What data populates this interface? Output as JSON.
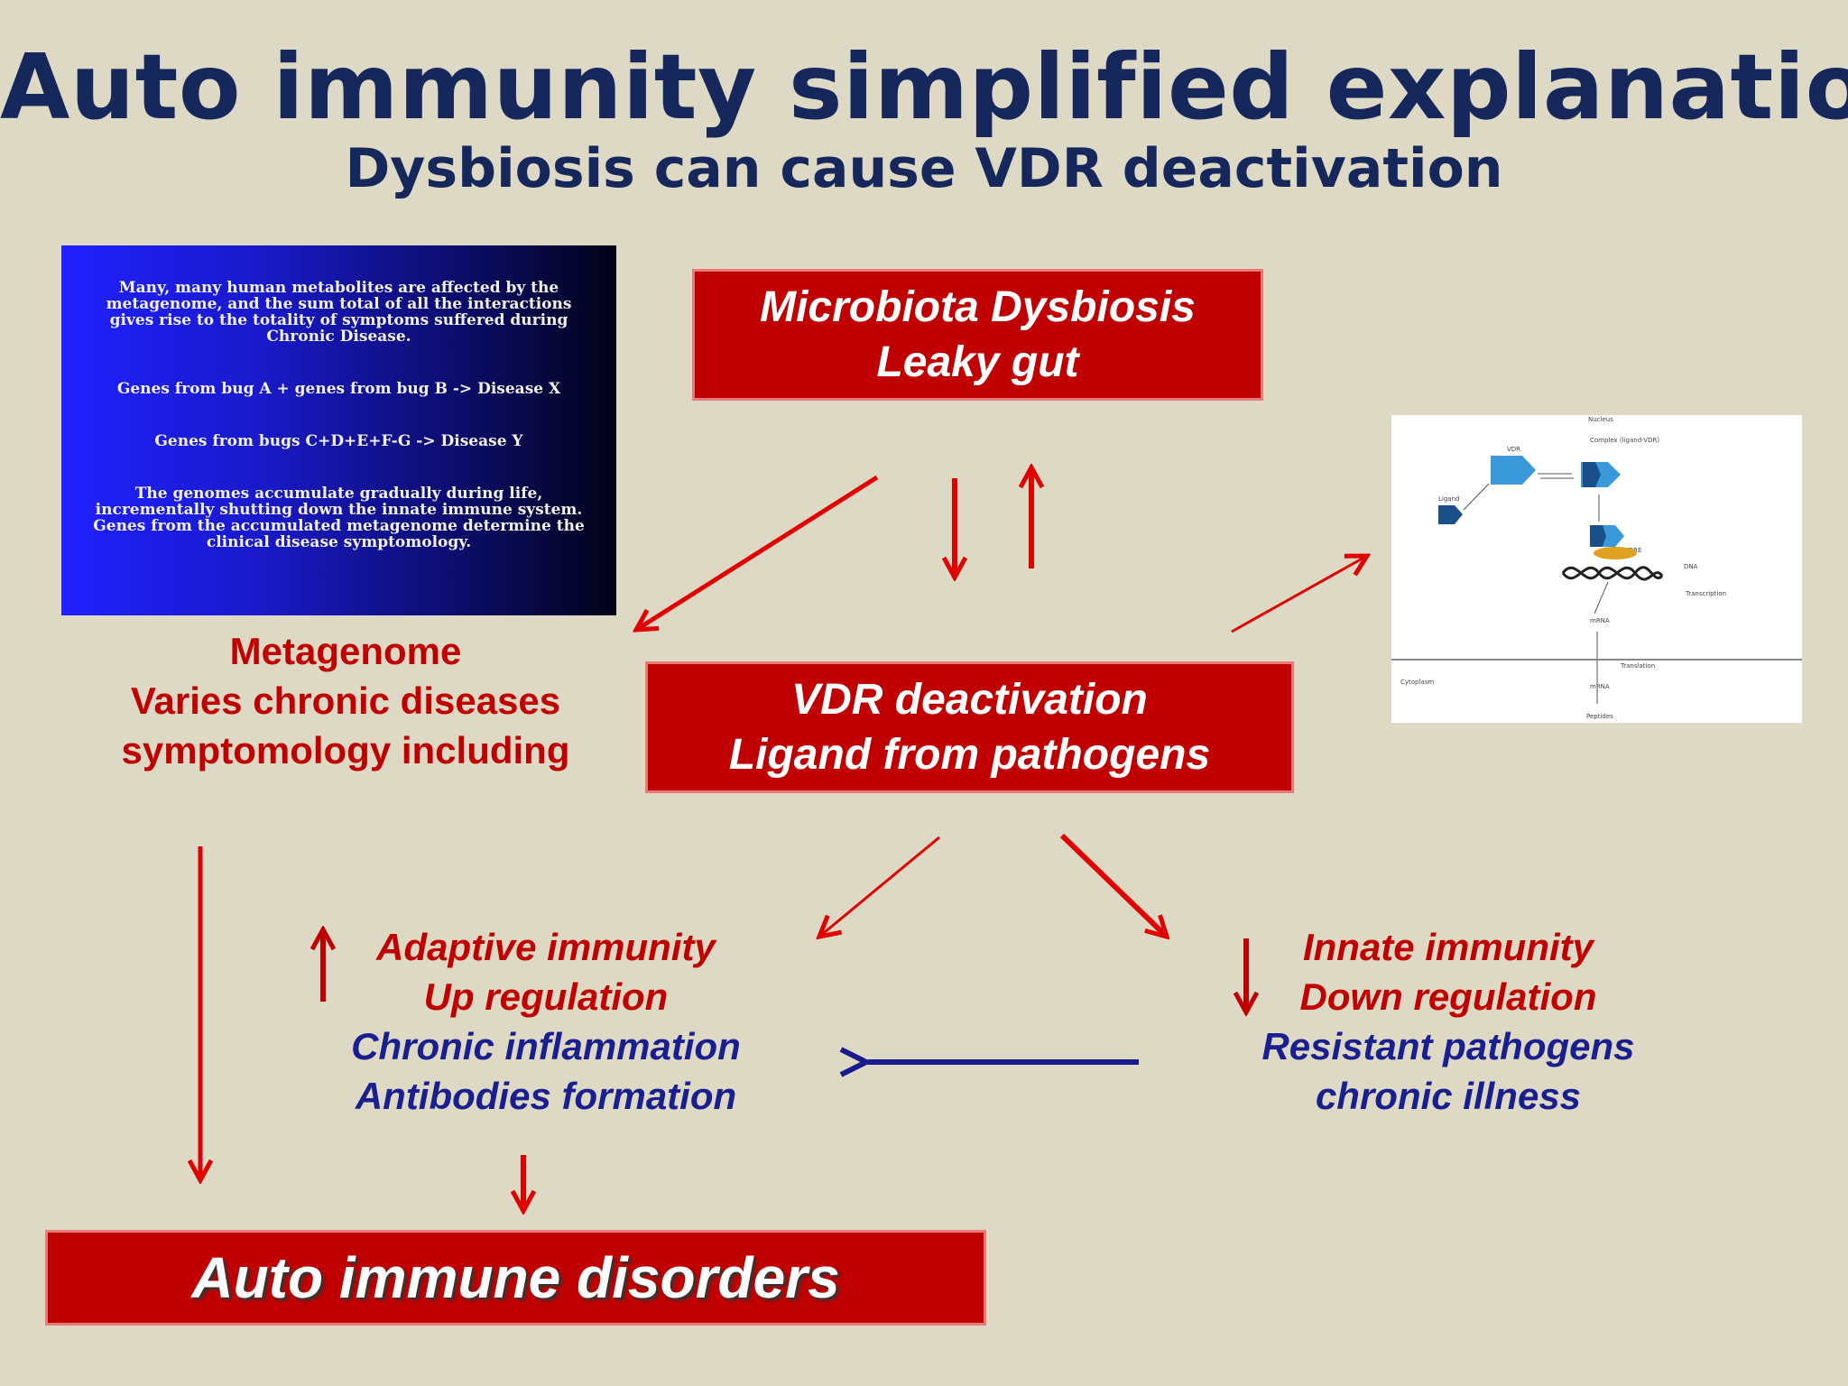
{
  "title": "Auto immunity simplified explanation",
  "subtitle": "Dysbiosis can cause VDR deactivation",
  "boxes": {
    "micro": [
      "Microbiota Dysbiosis",
      "Leaky gut"
    ],
    "vdr": [
      "VDR deactivation",
      "Ligand from pathogens"
    ],
    "auto": "Auto immune disorders"
  },
  "blue_panel": [
    "Many, many human metabolites are affected by the metagenome, and the sum total of all the interactions gives rise to the totality of symptoms suffered during Chronic Disease.",
    "Genes from bug A + genes from bug B -> Disease X",
    "Genes from bugs C+D+E+F-G -> Disease Y",
    "The genomes accumulate gradually during life, incrementally shutting down the innate immune system. Genes from the accumulated metagenome determine the clinical disease symptomology."
  ],
  "metagenome": [
    "Metagenome",
    "Varies chronic diseases",
    "symptomology including"
  ],
  "adaptive": {
    "red": [
      "Adaptive immunity",
      "Up regulation"
    ],
    "navy": [
      "Chronic inflammation",
      "Antibodies formation"
    ]
  },
  "innate": {
    "red": [
      "Innate immunity",
      "Down regulation"
    ],
    "navy": [
      "Resistant pathogens",
      "chronic illness"
    ]
  },
  "vdr_figure_labels": [
    "Nucleus",
    "VDR",
    "Complex (ligand-VDR)",
    "Ligand",
    "VDRE",
    "DNA",
    "Transcription",
    "mRNA",
    "Translation",
    "Cytoplasm",
    "mRNA",
    "Peptides"
  ],
  "colors": {
    "background": "#ddd9c4",
    "title": "#15275b",
    "box_red": "#c00000",
    "arrow_red": "#e00000",
    "arrow_navy": "#1a1a8f"
  }
}
